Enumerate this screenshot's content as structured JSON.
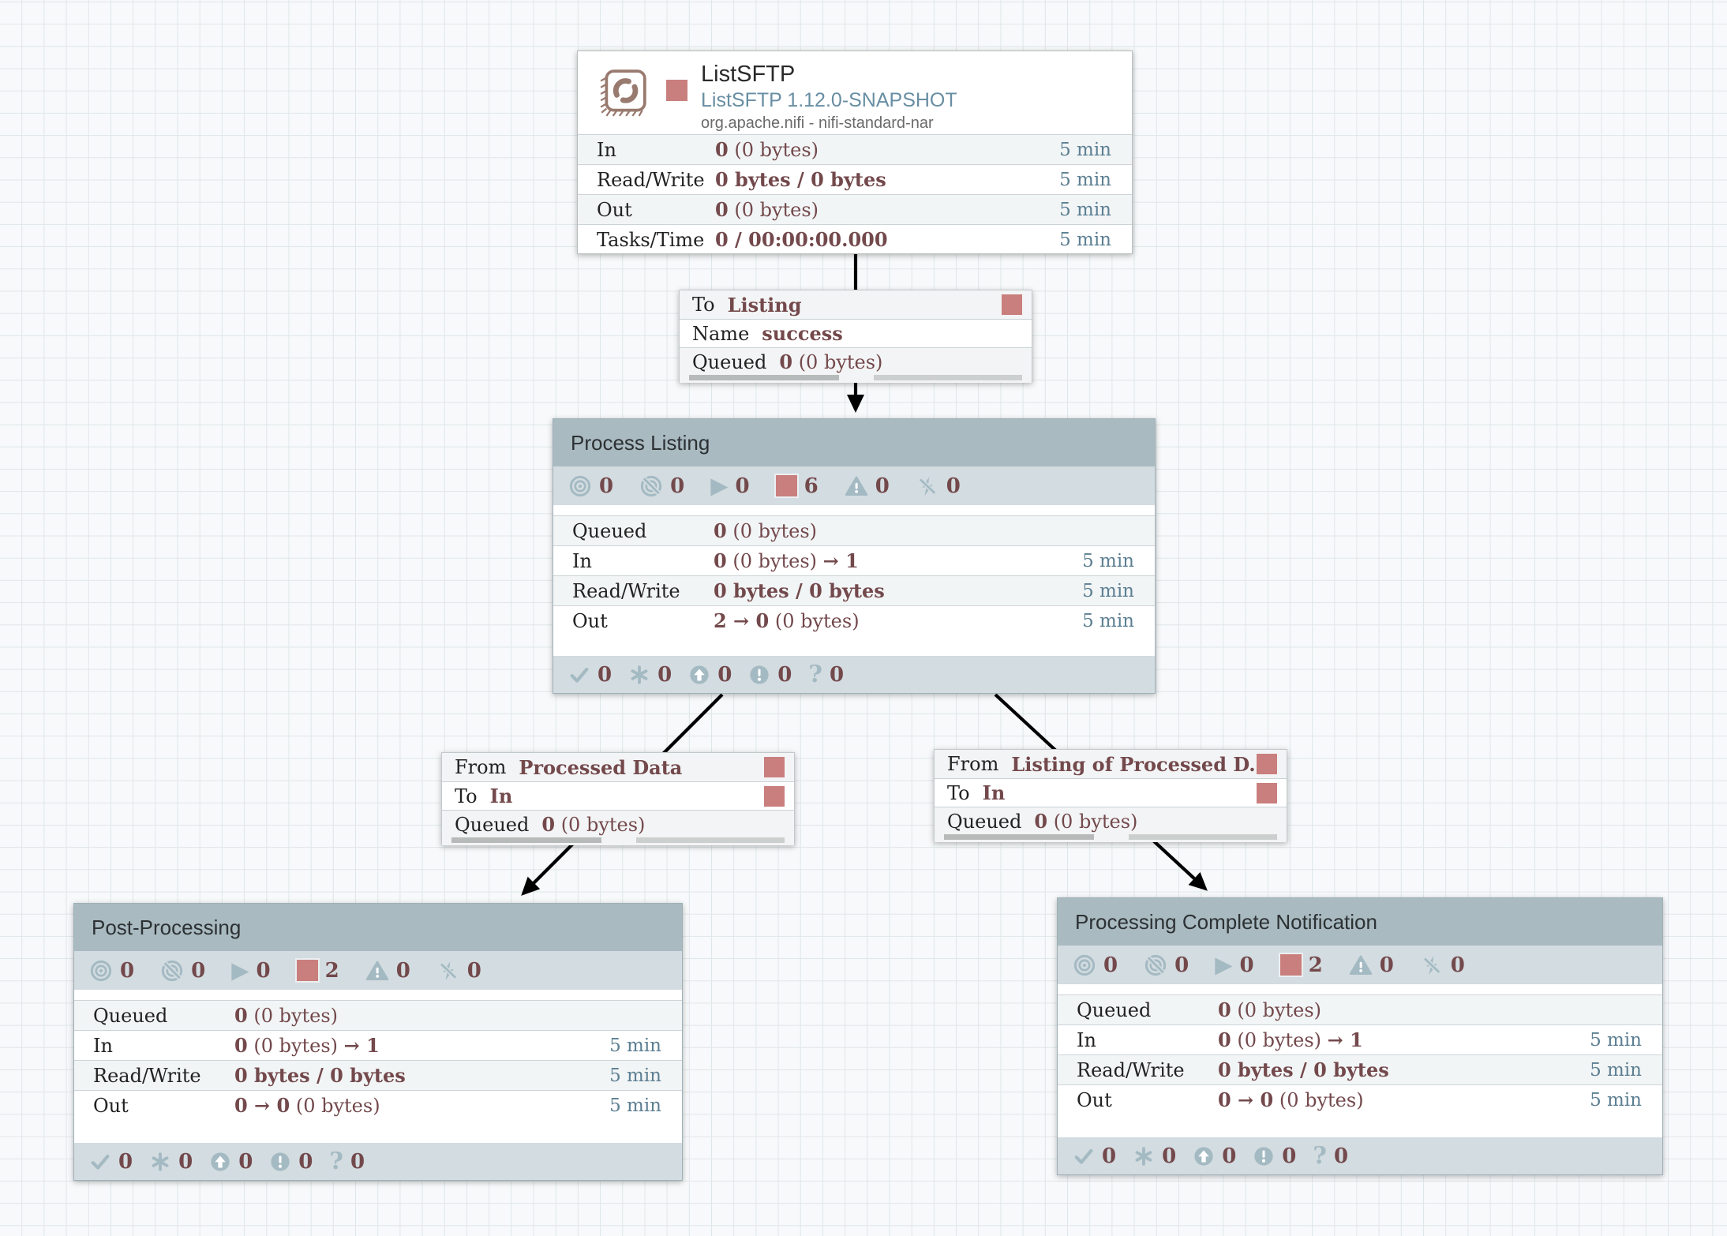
{
  "colors": {
    "accent_rose": "#c97f7d",
    "value_maroon": "#73494c",
    "icon_blue_grey": "#a4bac3",
    "time_blue": "#5c7f92",
    "group_header": "#a9bac0",
    "group_bar": "#d3dce0",
    "wire": "#000000"
  },
  "icons": {
    "play": "▶",
    "question": "?"
  },
  "processor": {
    "name": "ListSFTP",
    "type": "ListSFTP 1.12.0-SNAPSHOT",
    "bundle": "org.apache.nifi - nifi-standard-nar",
    "stats": [
      {
        "label": "In",
        "b1": "0",
        "mid": " (0 bytes)",
        "b2": "",
        "time": "5 min"
      },
      {
        "label": "Read/Write",
        "b1": "0 bytes / 0 bytes",
        "mid": "",
        "b2": "",
        "time": "5 min"
      },
      {
        "label": "Out",
        "b1": "0",
        "mid": " (0 bytes)",
        "b2": "",
        "time": "5 min"
      },
      {
        "label": "Tasks/Time",
        "b1": "0 / 00:00:00.000",
        "mid": "",
        "b2": "",
        "time": "5 min"
      }
    ]
  },
  "connections": {
    "listing": {
      "row1_label": "To",
      "row1_value": "Listing",
      "row2_label": "Name",
      "row2_value": "success",
      "queued_label": "Queued",
      "queued_count": "0",
      "queued_size": " (0 bytes)"
    },
    "processed_data": {
      "row1_label": "From",
      "row1_value": "Processed Data",
      "row2_label": "To",
      "row2_value": "In",
      "queued_label": "Queued",
      "queued_count": "0",
      "queued_size": " (0 bytes)"
    },
    "listing_of_processed": {
      "row1_label": "From",
      "row1_value": "Listing of Processed D...",
      "row2_label": "To",
      "row2_value": "In",
      "queued_label": "Queued",
      "queued_count": "0",
      "queued_size": " (0 bytes)"
    }
  },
  "groups": [
    {
      "title": "Process Listing",
      "status": {
        "transmitting": "0",
        "not_transmitting": "0",
        "running": "0",
        "stopped": "6",
        "invalid": "0",
        "disabled": "0"
      },
      "stats": [
        {
          "label": "Queued",
          "b1": "0",
          "mid": " (0 bytes)",
          "b2": "",
          "time": ""
        },
        {
          "label": "In",
          "b1": "0",
          "mid": " (0 bytes) ",
          "b2": "→ 1",
          "time": "5 min"
        },
        {
          "label": "Read/Write",
          "b1": "0 bytes / 0 bytes",
          "mid": "",
          "b2": "",
          "time": "5 min"
        },
        {
          "label": "Out",
          "b1": "2 → 0",
          "mid": " (0 bytes)",
          "b2": "",
          "time": "5 min"
        }
      ],
      "versions": {
        "up_to_date": "0",
        "locally_modified": "0",
        "stale": "0",
        "locally_modified_and_stale": "0",
        "sync_failure": "0"
      }
    },
    {
      "title": "Post-Processing",
      "status": {
        "transmitting": "0",
        "not_transmitting": "0",
        "running": "0",
        "stopped": "2",
        "invalid": "0",
        "disabled": "0"
      },
      "stats": [
        {
          "label": "Queued",
          "b1": "0",
          "mid": " (0 bytes)",
          "b2": "",
          "time": ""
        },
        {
          "label": "In",
          "b1": "0",
          "mid": " (0 bytes) ",
          "b2": "→ 1",
          "time": "5 min"
        },
        {
          "label": "Read/Write",
          "b1": "0 bytes / 0 bytes",
          "mid": "",
          "b2": "",
          "time": "5 min"
        },
        {
          "label": "Out",
          "b1": "0 → 0",
          "mid": " (0 bytes)",
          "b2": "",
          "time": "5 min"
        }
      ],
      "versions": {
        "up_to_date": "0",
        "locally_modified": "0",
        "stale": "0",
        "locally_modified_and_stale": "0",
        "sync_failure": "0"
      }
    },
    {
      "title": "Processing Complete Notification",
      "status": {
        "transmitting": "0",
        "not_transmitting": "0",
        "running": "0",
        "stopped": "2",
        "invalid": "0",
        "disabled": "0"
      },
      "stats": [
        {
          "label": "Queued",
          "b1": "0",
          "mid": " (0 bytes)",
          "b2": "",
          "time": ""
        },
        {
          "label": "In",
          "b1": "0",
          "mid": " (0 bytes) ",
          "b2": "→ 1",
          "time": "5 min"
        },
        {
          "label": "Read/Write",
          "b1": "0 bytes / 0 bytes",
          "mid": "",
          "b2": "",
          "time": "5 min"
        },
        {
          "label": "Out",
          "b1": "0 → 0",
          "mid": " (0 bytes)",
          "b2": "",
          "time": "5 min"
        }
      ],
      "versions": {
        "up_to_date": "0",
        "locally_modified": "0",
        "stale": "0",
        "locally_modified_and_stale": "0",
        "sync_failure": "0"
      }
    }
  ]
}
